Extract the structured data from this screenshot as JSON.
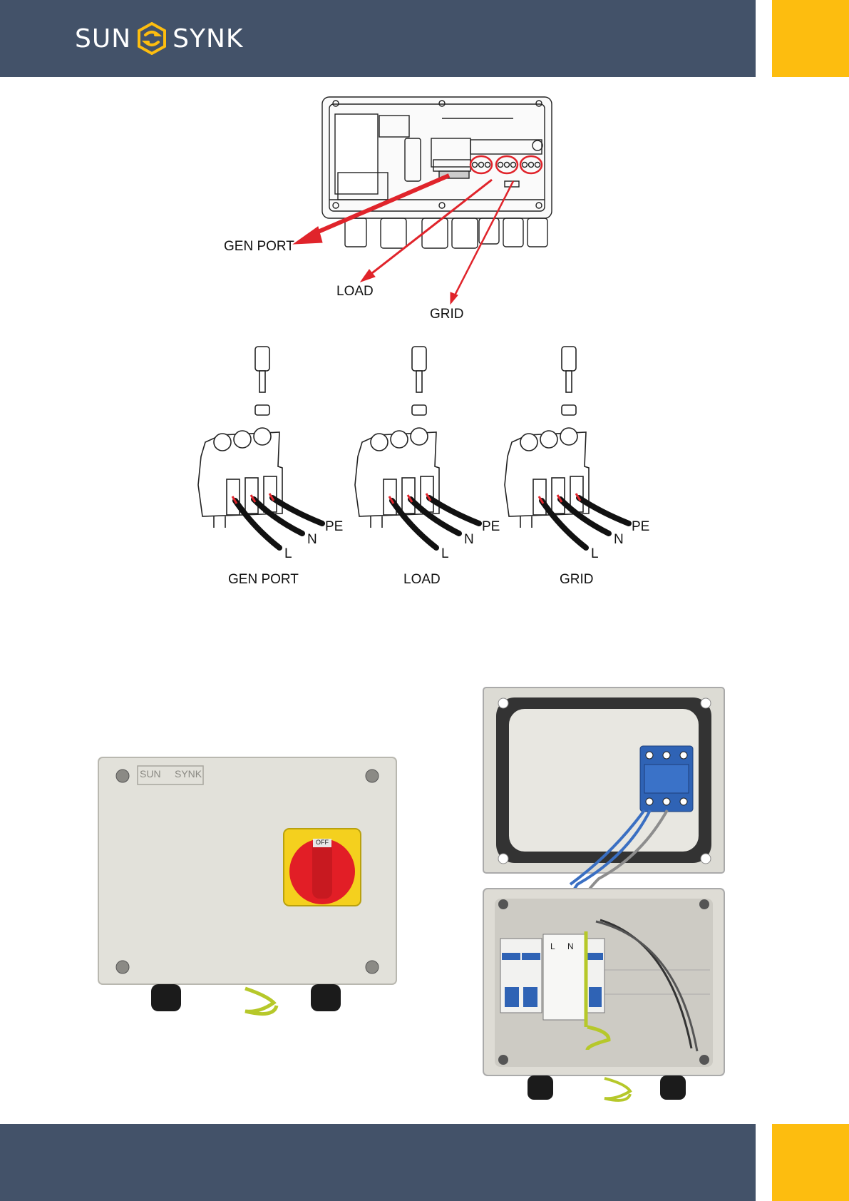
{
  "header": {
    "logo": {
      "left": "SUN",
      "right": "SYNK",
      "icon": "sunsynk-logo-icon"
    }
  },
  "colors": {
    "band": "#435269",
    "accent": "#fdbd0f",
    "callout": "#e0242b"
  },
  "inverter_diagram": {
    "callouts": [
      "GEN PORT",
      "LOAD",
      "GRID"
    ]
  },
  "terminals": [
    {
      "caption": "GEN PORT",
      "wires": [
        "PE",
        "N",
        "L"
      ]
    },
    {
      "caption": "LOAD",
      "wires": [
        "PE",
        "N",
        "L"
      ]
    },
    {
      "caption": "GRID",
      "wires": [
        "PE",
        "N",
        "L"
      ]
    }
  ],
  "isolator_box": {
    "logo_left": "SUN",
    "logo_right": "SYNK",
    "switch_label": "OFF"
  },
  "open_box": {
    "breaker_labels": [
      "L",
      "N"
    ]
  }
}
